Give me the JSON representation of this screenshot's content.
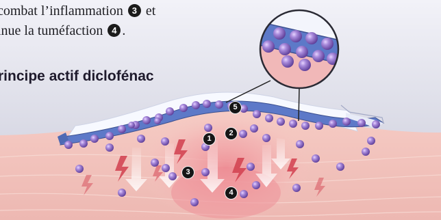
{
  "caption": {
    "line1_text": "combat l’inflammation",
    "line1_badge": "3",
    "line1_tail": "et",
    "line2_text": "inue la tuméfaction",
    "line2_badge": "4",
    "line2_tail": "."
  },
  "heading": "rincipe actif diclofénac",
  "markers": [
    "1",
    "2",
    "3",
    "4",
    "5"
  ],
  "colors": {
    "particle": "#8a63c4",
    "patch_band": "#5d79c8",
    "skin_inflamed": "#f0a0a4",
    "lightning": "#d2404f",
    "arrow": "#eef0fb"
  }
}
